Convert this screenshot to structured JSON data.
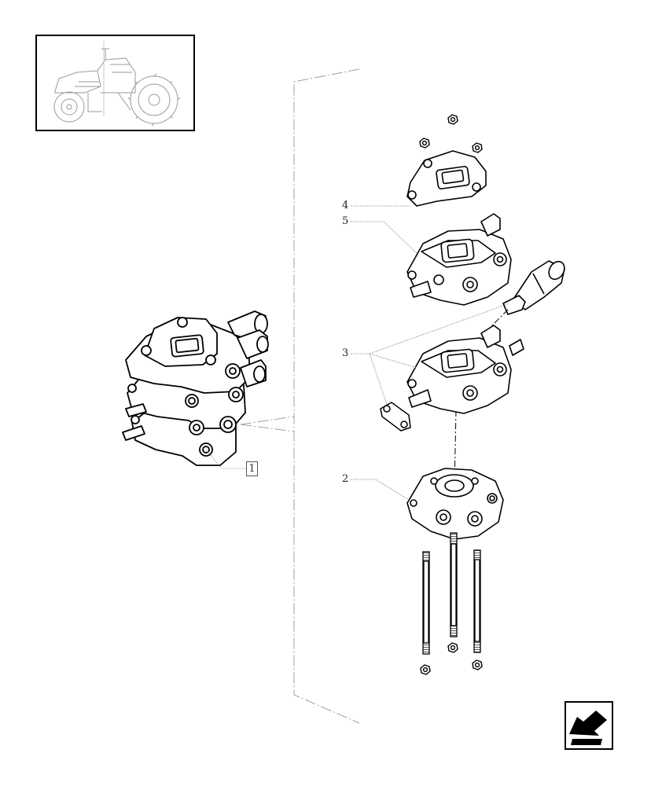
{
  "callouts": {
    "assembly": "1",
    "base_section": "2",
    "control_section": "3",
    "end_cover": "4",
    "spool_section": "5"
  },
  "icons": {
    "thumbnail": "tractor-thumbnail-icon",
    "navigation": "previous-page-arrow-icon"
  }
}
